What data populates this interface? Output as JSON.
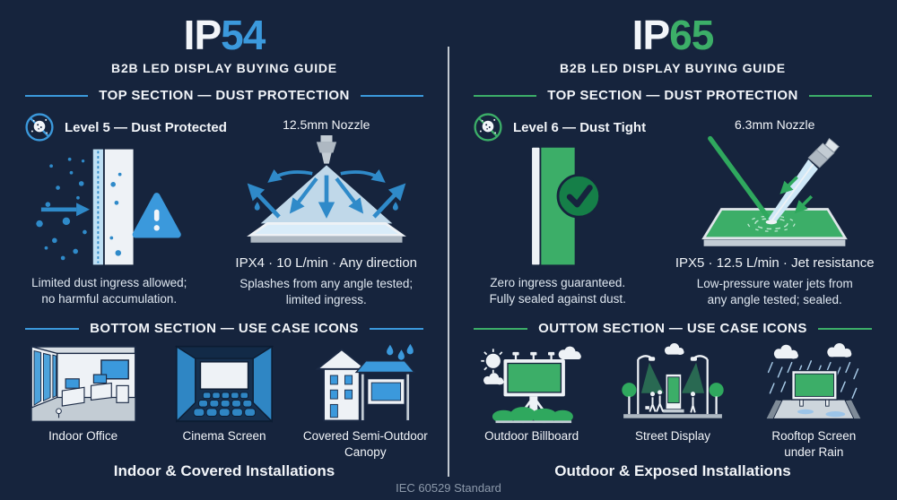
{
  "standard_note": "IEC 60529 Standard",
  "panels": [
    {
      "name": "IP54",
      "accent_color": "#3b99dc",
      "title_prefix": "IP",
      "title_number": "54",
      "subtitle": "B2B LED DISPLAY BUYING GUIDE",
      "top_section": {
        "title": "TOP SECTION — DUST PROTECTION",
        "level_icon": "dust-no-entry-icon",
        "level_label": "Level 5 — Dust Protected",
        "dust_caption": "Limited dust ingress allowed;\nno harmful accumulation.",
        "nozzle_label": "12.5mm Nozzle",
        "water_spec": "IPX4 · 10 L/min · Any direction",
        "water_caption": "Splashes from any angle tested;\nlimited ingress."
      },
      "bottom_section": {
        "title": "BOTTOM SECTION — USE CASE ICONS",
        "use_cases": [
          {
            "icon": "indoor-office-icon",
            "label": "Indoor Office"
          },
          {
            "icon": "cinema-screen-icon",
            "label": "Cinema Screen"
          },
          {
            "icon": "covered-semi-outdoor-canopy-icon",
            "label": "Covered Semi-Outdoor\nCanopy"
          }
        ],
        "footer": "Indoor & Covered Installations"
      }
    },
    {
      "name": "IP65",
      "accent_color": "#3cae68",
      "title_prefix": "IP",
      "title_number": "65",
      "subtitle": "B2B LED DISPLAY BUYING GUIDE",
      "top_section": {
        "title": "TOP SECTION — DUST PROTECTION",
        "level_icon": "dust-no-entry-icon",
        "level_label": "Level 6 — Dust Tight",
        "dust_caption": "Zero ingress guaranteed.\nFully sealed against dust.",
        "nozzle_label": "6.3mm Nozzle",
        "water_spec": "IPX5 · 12.5 L/min · Jet resistance",
        "water_caption": "Low-pressure water jets from\nany angle tested; sealed."
      },
      "bottom_section": {
        "title": "OUTTOM SECTION — USE CASE ICONS",
        "use_cases": [
          {
            "icon": "outdoor-billboard-icon",
            "label": "Outdoor Billboard"
          },
          {
            "icon": "street-display-icon",
            "label": "Street Display"
          },
          {
            "icon": "rooftop-screen-rain-icon",
            "label": "Rooftop Screen\nunder Rain"
          }
        ],
        "footer": "Outdoor & Exposed Installations"
      }
    }
  ]
}
